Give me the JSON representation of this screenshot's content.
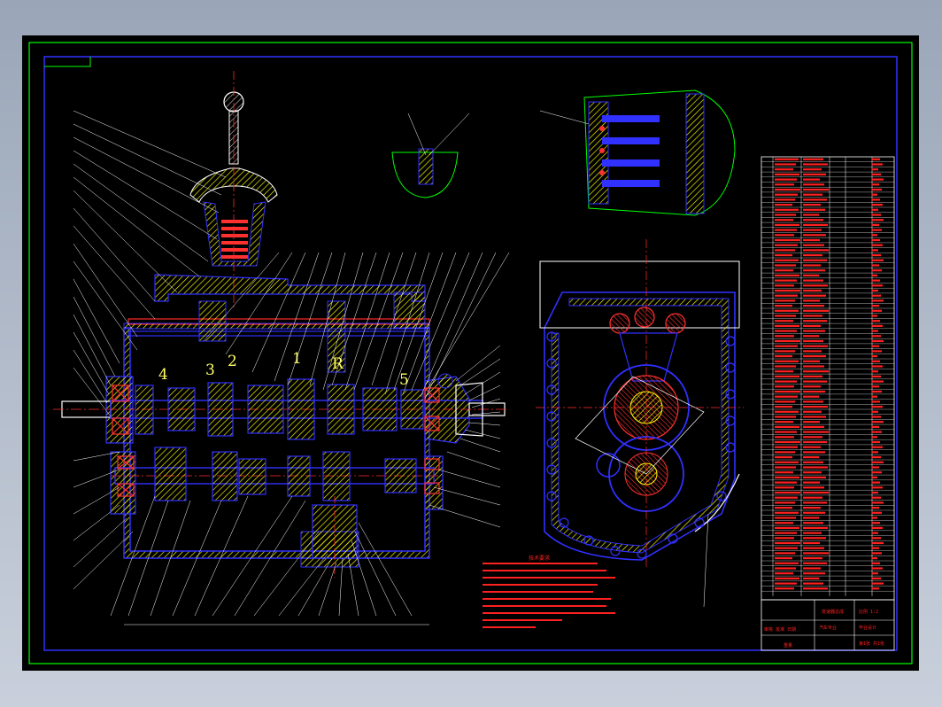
{
  "drawing": {
    "gear_labels": [
      "4",
      "3",
      "2",
      "1",
      "R",
      "5"
    ],
    "notes_title": "技术要求",
    "title_block": {
      "cell_a": "变速器总成",
      "cell_b": "比例 1:2",
      "cell_c": "汽车专业",
      "cell_d": "毕业设计",
      "cell_e": "第1张 共1张",
      "cell_f": "审核 批准 日期",
      "cell_g": "重量"
    }
  },
  "colors": {
    "frame": "#00ff00",
    "outline": "#3030ff",
    "section": "#ffff00",
    "leader": "#ffffff",
    "text": "#ff2020",
    "hatch_red": "#ff3030",
    "centerline": "#ff2a2a",
    "cyan": "#00d8ff",
    "magenta": "#ff30ff"
  }
}
